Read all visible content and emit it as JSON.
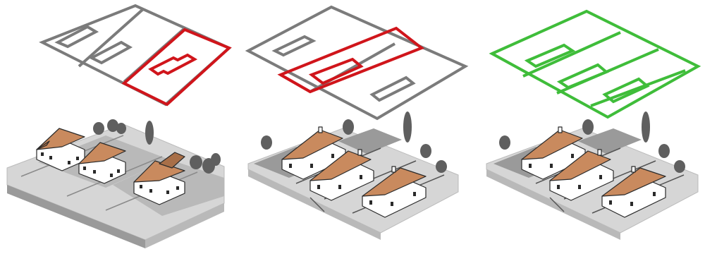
{
  "colors": {
    "background": "#ffffff",
    "plan_gray": "#7b7b7b",
    "highlight_red": "#d0151b",
    "highlight_green": "#3fbd3a",
    "roof": "#c98a5e",
    "roof_dark": "#a86f48",
    "wall": "#ffffff",
    "ground_light": "#d6d6d6",
    "ground_mid": "#b9b9b9",
    "ground_dark": "#9a9a9a",
    "tree": "#5f5f5f",
    "outline": "#2a2a2a"
  },
  "panels": [
    {
      "name": "detached-houses",
      "plan_highlight": "red",
      "highlight_extent": "single-plot"
    },
    {
      "name": "terraced-houses",
      "plan_highlight": "red",
      "highlight_extent": "middle-row"
    },
    {
      "name": "terraced-houses-all",
      "plan_highlight": "green",
      "highlight_extent": "whole-block"
    }
  ]
}
